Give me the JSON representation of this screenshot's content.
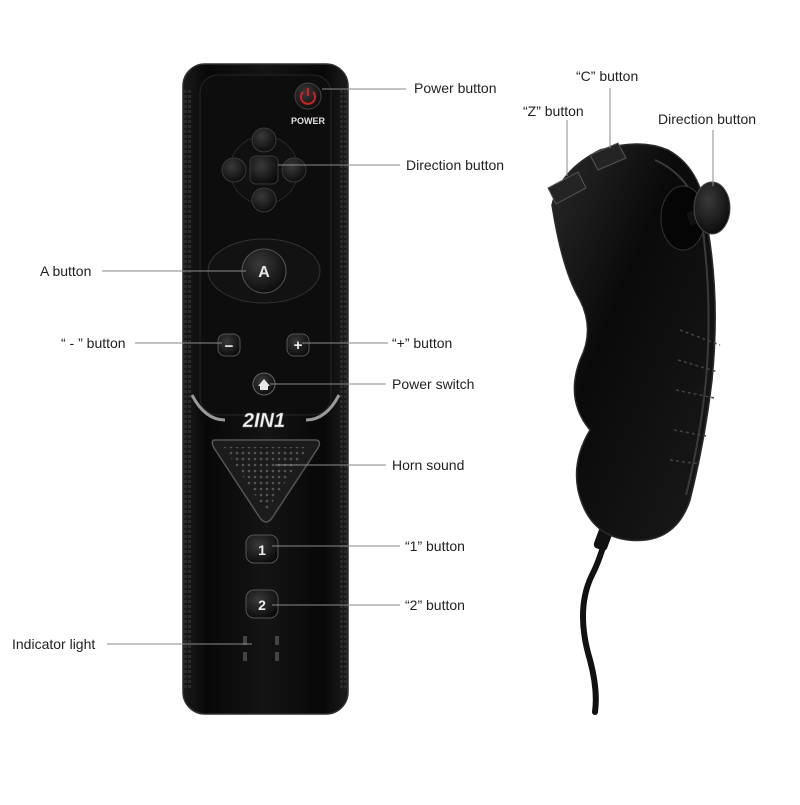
{
  "labels": {
    "power_button": "Power button",
    "power_text": "POWER",
    "direction_button": "Direction button",
    "a_button": "A button",
    "a_glyph": "A",
    "minus_button": "“ - ” button",
    "minus_glyph": "−",
    "plus_button": "“+” button",
    "plus_glyph": "+",
    "power_switch": "Power switch",
    "brand": "2IN1",
    "horn_sound": "Horn sound",
    "one_button": "“1” button",
    "one_glyph": "1",
    "two_button": "“2” button",
    "two_glyph": "2",
    "indicator_light": "Indicator light",
    "c_button": "“C” button",
    "z_button": "“Z” button",
    "nunchuk_direction_button": "Direction button"
  },
  "colors": {
    "body": "#0b0b0b",
    "edge": "#3a3a3a",
    "leader": "#888888",
    "power_red": "#d02020"
  }
}
